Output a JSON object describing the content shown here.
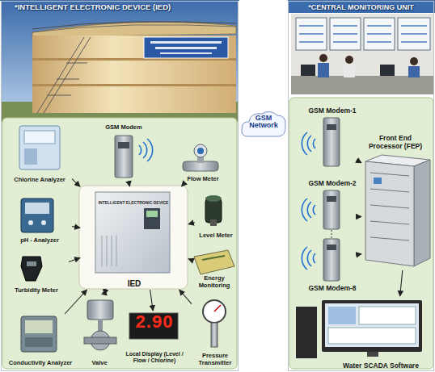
{
  "diagram": {
    "nodes": [
      {
        "text": [
          "*INTELLIGENT ELECTRONIC DEVICE (IED)"
        ]
      },
      {
        "text": [
          "*CENTRAL MONITORING UNIT"
        ]
      },
      {
        "text": [
          "GSM Network"
        ]
      },
      {
        "text": [
          "Chlorine Analyzer"
        ],
        "in": 0
      },
      {
        "text": [
          "GSM Modem"
        ],
        "in": 0
      },
      {
        "text": [
          "Flow Meter"
        ],
        "in": 0
      },
      {
        "text": [
          "pH - Analyzer"
        ],
        "in": 0
      },
      {
        "text": [
          "INTELLIGENT ELECTRONIC DEVICE",
          "IED"
        ],
        "in": 0
      },
      {
        "text": [
          "Level Meter"
        ],
        "in": 0
      },
      {
        "text": [
          "Turbidity Meter"
        ],
        "in": 0
      },
      {
        "text": [
          "Energy Monitoring"
        ],
        "in": 0
      },
      {
        "text": [
          "Conductivity Analyzer"
        ],
        "in": 0
      },
      {
        "text": [
          "Valve"
        ],
        "in": 0
      },
      {
        "text": [
          "2.90",
          "Local Display (Level / Flow / Chlorine)"
        ],
        "in": 0
      },
      {
        "text": [
          "Pressure Transmitter"
        ],
        "in": 0
      },
      {
        "text": [
          "GSM Modem-1"
        ],
        "in": 1
      },
      {
        "text": [
          "Front End Processor (FEP)"
        ],
        "in": 1
      },
      {
        "text": [
          "GSM Modem-2"
        ],
        "in": 1
      },
      {
        "text": [
          "GSM Modem-8"
        ],
        "in": 1
      },
      {
        "text": [
          "Water SCADA Software"
        ],
        "in": 1
      }
    ],
    "edges": [
      {
        "from": 3,
        "to": 7,
        "arrow": "to"
      },
      {
        "from": 4,
        "to": 7,
        "arrow": "to"
      },
      {
        "from": 5,
        "to": 7,
        "arrow": "to"
      },
      {
        "from": 6,
        "to": 7,
        "arrow": "to"
      },
      {
        "from": 8,
        "to": 7,
        "arrow": "to"
      },
      {
        "from": 9,
        "to": 7,
        "arrow": "to"
      },
      {
        "from": 10,
        "to": 7,
        "arrow": "to"
      },
      {
        "from": 11,
        "to": 7,
        "arrow": "to"
      },
      {
        "from": 12,
        "to": 7,
        "arrow": "both"
      },
      {
        "from": 7,
        "to": 13,
        "arrow": "to"
      },
      {
        "from": 14,
        "to": 7,
        "arrow": "to"
      },
      {
        "from": 15,
        "to": 16,
        "arrow": "to"
      },
      {
        "from": 17,
        "to": 16,
        "arrow": "to"
      },
      {
        "from": 18,
        "to": 16,
        "arrow": "to"
      },
      {
        "from": 16,
        "to": 19,
        "arrow": "to"
      }
    ]
  }
}
